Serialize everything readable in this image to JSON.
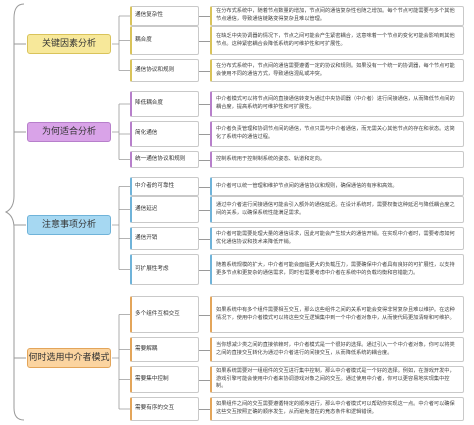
{
  "groups": [
    {
      "title": "关键因素分析",
      "color": "#f7e89a",
      "border": "#d9c35a",
      "items": [
        {
          "label": "通信复杂性",
          "desc": "在分布式系统中，随着节点数量的增加，节点间的通信复杂性也随之增加。每个节点可能需要与多个其他节点通信，导致通信链路变得复杂且难以管理。"
        },
        {
          "label": "耦合度",
          "desc": "在缺乏中央协调器的情况下，节点之间可能会产生紧密耦合，这意味着一个节点的变化可能会影响到其他节点。这种紧密耦合会降低系统的可维护性和可扩展性。"
        },
        {
          "label": "通信协议和规则",
          "desc": "在分布式系统中，节点间的通信需要遵循一定的协议和规则。如果没有一个统一的协调器，每个节点可能会使用不同的通信方式，导致通信混乱或冲突。"
        }
      ]
    },
    {
      "title": "为何适合分析",
      "color": "#d9a3e8",
      "border": "#b77fcb",
      "items": [
        {
          "label": "降低耦合度",
          "desc": "中介者模式可以将节点间的直接通信转变为通过中央协调器（中介者）进行间接通信，从而降低节点间的耦合度，提高系统的可维护性和可扩展性。"
        },
        {
          "label": "简化通信",
          "desc": "中介者负责管理和协调节点间的通信，节点只需与中介者通信，而无需关心其他节点的存在和状态。这简化了系统中的通信过程。"
        },
        {
          "label": "统一通信协议和规则",
          "desc": "控制系统用于控制制系统的姿态、轨道和定向。"
        }
      ]
    },
    {
      "title": "注意事项分析",
      "color": "#a6d8f2",
      "border": "#6fb3d9",
      "items": [
        {
          "label": "中介者的可靠性",
          "desc": "中介者可以统一管理和维护节点间的通信协议和规则，确保通信的有序和高效。"
        },
        {
          "label": "通信延迟",
          "desc": "通过中介者进行间接通信可能会引入额外的通信延迟。在设计系统时，需要权衡这种延迟与降低耦合度之间的关系，以确保系统性能满足需求。"
        },
        {
          "label": "通信开销",
          "desc": "中介者可能需要处理大量的通信请求，因此可能会产生较大的通信开销。在实现中介者时，需要考虑如何优化通信协议和技术来降低开销。"
        },
        {
          "label": "可扩展性考虑",
          "desc": "随着系统规模的扩大，中介者可能会面临更大的负载压力，需要确保中介者具有良好的可扩展性，以支持更多节点和更复杂的通信需求，同时也需要考虑中介者在系统中的负载均衡和容错能力。"
        }
      ]
    },
    {
      "title": "何时选用中介者模式",
      "color": "#fbd4a0",
      "border": "#e3a55a",
      "items": [
        {
          "label": "多个组件互相交互",
          "desc": "如果系统中有多个组件需要相互交互，那么这些组件之间的关系可能会变得非常复杂且难以维护。在这种情况下，使用中介者模式可以将这些交互逻辑集中到一个中介者对象中，从而使代码更加清晰和可维护。"
        },
        {
          "label": "需要解耦",
          "desc": "当你想减少类之间的直接依赖时，中介者模式是一个很好的选择。通过引入一个中介者对象，你可以将类之间的直接交互转化为通过中介者进行的间接交互，从而降低系统的耦合度。"
        },
        {
          "label": "需要集中控制",
          "desc": "如果系统需要对一组组件的交互进行集中控制，那么中介者模式是一个好的选择。例如，在游戏开发中，游戏引擎可能会使用中介者来协调游戏对象之间的交互。通过使用中介者，你可以更容易地实现集中控制。"
        },
        {
          "label": "需要有序的交互",
          "desc": "如果组件之间的交互需要遵循特定的顺序进行，那么中介者模式可以帮助你实现这一点。中介者可以确保这些交互按照正确的顺序发生，从而避免潜在的竞态条件和逻辑错误。"
        }
      ]
    }
  ]
}
